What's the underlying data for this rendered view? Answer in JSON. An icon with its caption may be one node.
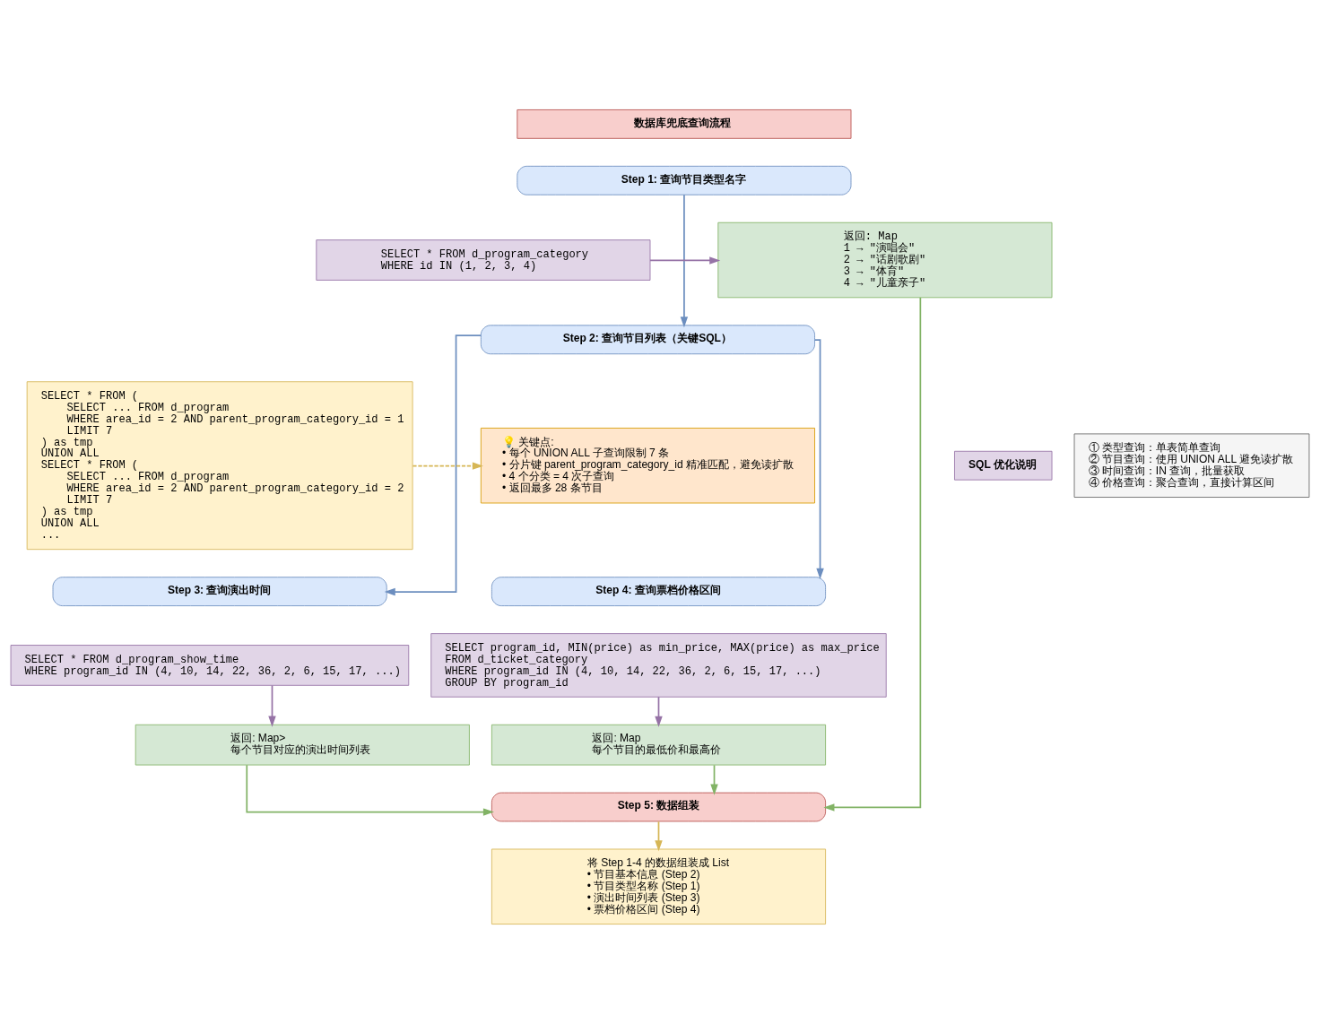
{
  "diagram": {
    "nodes": [
      {
        "text": [
          "数据库兜底查询流程"
        ]
      },
      {
        "text": [
          "Step 1: 查询节目类型名字"
        ]
      },
      {
        "text": [
          "SELECT * FROM d_program_category",
          "WHERE id IN (1, 2, 3, 4)"
        ]
      },
      {
        "text": [
          "返回: Map",
          "1 → \"演唱会\"",
          "2 → \"话剧歌剧\"",
          "3 → \"体育\"",
          "4 → \"儿童亲子\""
        ]
      },
      {
        "text": [
          "Step 2: 查询节目列表（关键SQL）"
        ]
      },
      {
        "text": [
          "SELECT * FROM (",
          "    SELECT ... FROM d_program",
          "    WHERE area_id = 2 AND parent_program_category_id = 1",
          "    LIMIT 7",
          ") as tmp",
          "UNION ALL",
          "SELECT * FROM (",
          "    SELECT ... FROM d_program",
          "    WHERE area_id = 2 AND parent_program_category_id = 2",
          "    LIMIT 7",
          ") as tmp",
          "UNION ALL",
          "..."
        ]
      },
      {
        "text": [
          "💡 关键点:",
          "• 每个 UNION ALL 子查询限制 7 条",
          "• 分片键 parent_program_category_id 精准匹配，避免读扩散",
          "• 4 个分类 = 4 次子查询",
          "• 返回最多 28 条节目"
        ]
      },
      {
        "text": [
          "Step 3: 查询演出时间"
        ]
      },
      {
        "text": [
          "Step 4: 查询票档价格区间"
        ]
      },
      {
        "text": [
          "SELECT * FROM d_program_show_time",
          "WHERE program_id IN (4, 10, 14, 22, 36, 2, 6, 15, 17, ...)"
        ]
      },
      {
        "text": [
          "SELECT program_id, MIN(price) as min_price, MAX(price) as max_price",
          "FROM d_ticket_category",
          "WHERE program_id IN (4, 10, 14, 22, 36, 2, 6, 15, 17, ...)",
          "GROUP BY program_id"
        ]
      },
      {
        "text": [
          "返回: Map>",
          "每个节目对应的演出时间列表"
        ]
      },
      {
        "text": [
          "返回: Map",
          "每个节目的最低价和最高价"
        ]
      },
      {
        "text": [
          "Step 5: 数据组装"
        ]
      },
      {
        "text": [
          "将 Step 1-4 的数据组装成 List",
          "• 节目基本信息 (Step 2)",
          "• 节目类型名称 (Step 1)",
          "• 演出时间列表 (Step 3)",
          "• 票档价格区间 (Step 4)"
        ]
      },
      {
        "text": [
          "SQL 优化说明"
        ]
      },
      {
        "text": [
          "① 类型查询：单表简单查询",
          "② 节目查询：使用 UNION ALL 避免读扩散",
          "③ 时间查询：IN 查询，批量获取",
          "④ 价格查询：聚合查询，直接计算区间"
        ]
      }
    ],
    "edges": [
      {
        "from": 1,
        "to": 4,
        "arrow": "to"
      },
      {
        "from": 2,
        "to": 3,
        "arrow": "to",
        "color": "#9673a6"
      },
      {
        "from": 5,
        "to": 6,
        "arrow": "to",
        "style": "dashed",
        "color": "#d6b656"
      },
      {
        "from": 4,
        "to": 7,
        "arrow": "to"
      },
      {
        "from": 4,
        "to": 8,
        "arrow": "to"
      },
      {
        "from": 9,
        "to": 11,
        "arrow": "to",
        "color": "#9673a6"
      },
      {
        "from": 10,
        "to": 12,
        "arrow": "to",
        "color": "#9673a6"
      },
      {
        "from": 11,
        "to": 13,
        "arrow": "to",
        "color": "#82b366"
      },
      {
        "from": 12,
        "to": 13,
        "arrow": "to",
        "color": "#82b366"
      },
      {
        "from": 3,
        "to": 13,
        "arrow": "to",
        "color": "#82b366"
      },
      {
        "from": 13,
        "to": 14,
        "arrow": "to",
        "color": "#d6b656"
      }
    ]
  }
}
